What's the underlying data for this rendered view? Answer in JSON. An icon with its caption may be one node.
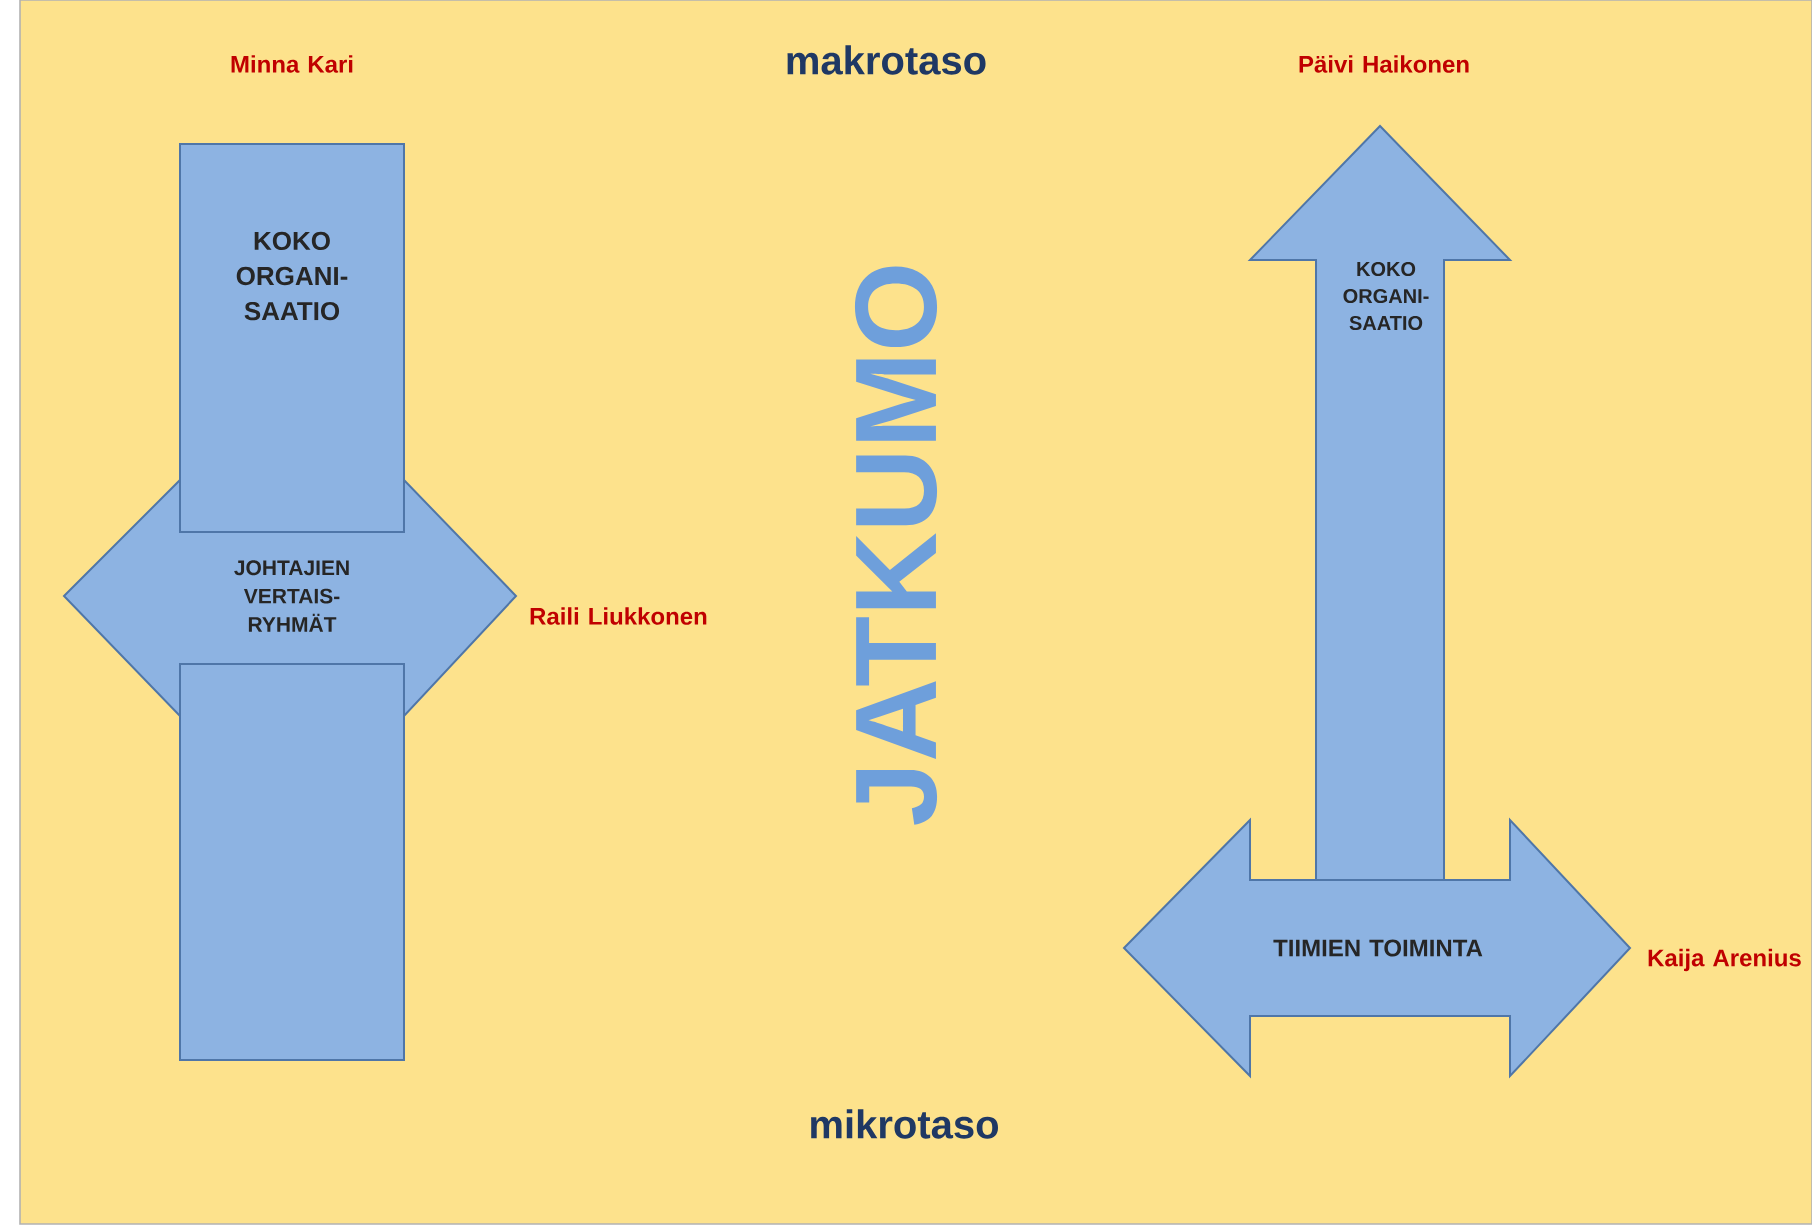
{
  "diagram": {
    "nodes": [
      {
        "text": [
          "KOKO ORGANI- SAATIO"
        ],
        "beside": [
          "Minna Kari"
        ]
      },
      {
        "text": [
          "JOHTAJIEN VERTAIS- RYHMÄT"
        ],
        "beside": [
          "Raili Liukkonen"
        ]
      },
      {
        "text": [
          "KOKO ORGANI- SAATIO"
        ],
        "beside": [
          "Päivi Haikonen"
        ]
      },
      {
        "text": [
          "TIIMIEN TOIMINTA"
        ],
        "beside": [
          "Kaija Arenius"
        ]
      }
    ],
    "edges": [],
    "labels": [
      "makrotaso",
      "JATKUMO",
      "mikrotaso"
    ]
  }
}
